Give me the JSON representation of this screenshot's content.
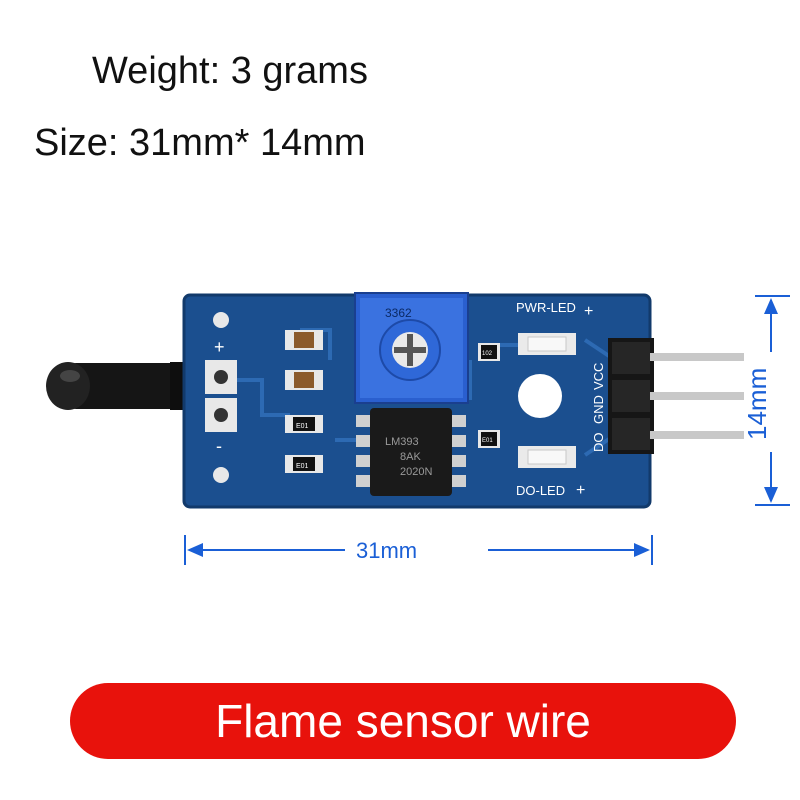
{
  "specs": {
    "weight": "Weight: 3 grams",
    "size": "Size: 31mm* 14mm"
  },
  "dimensions": {
    "width_label": "31mm",
    "height_label": "14mm"
  },
  "board": {
    "pwr_led_label": "PWR-LED",
    "do_led_label": "DO-LED",
    "pin_labels": [
      "DO",
      "GND",
      "VCC"
    ],
    "potentiometer_code": "3362",
    "chip_lines": [
      "LM393",
      "8AK",
      "2020N"
    ],
    "resistor_codes": [
      "E01",
      "E01",
      "102",
      "E01"
    ]
  },
  "banner": {
    "text": "Flame sensor wire"
  },
  "colors": {
    "pcb": "#1b4f8f",
    "dimension_lines": "#1a5fd6",
    "banner": "#e8120c"
  }
}
